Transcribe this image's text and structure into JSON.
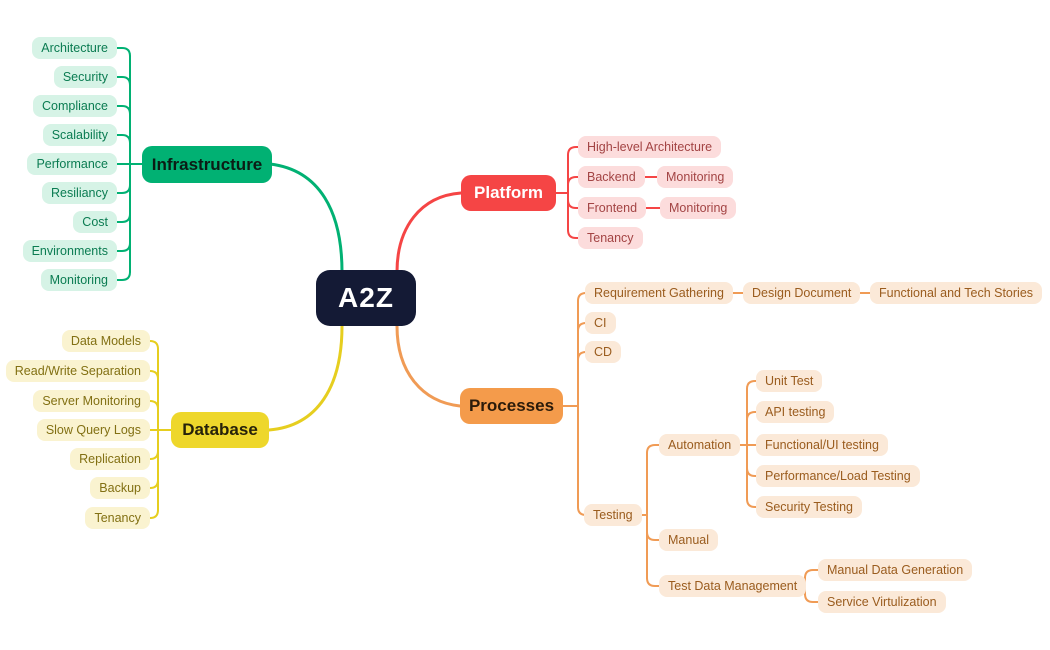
{
  "root": {
    "label": "A2Z",
    "bg": "#141a35",
    "text_color": "#ffffff"
  },
  "branches": [
    {
      "label": "Infrastructure",
      "side": "left",
      "colors": {
        "line": "#01b173",
        "node_bg": "#01b173",
        "node_text": "#0b1c15",
        "child_bg": "#d6f3e6",
        "child_text": "#0b7c52"
      },
      "children": [
        {
          "label": "Architecture"
        },
        {
          "label": "Security"
        },
        {
          "label": "Compliance"
        },
        {
          "label": "Scalability"
        },
        {
          "label": "Performance"
        },
        {
          "label": "Resiliancy"
        },
        {
          "label": "Cost"
        },
        {
          "label": "Environments"
        },
        {
          "label": "Monitoring"
        }
      ]
    },
    {
      "label": "Platform",
      "side": "right",
      "colors": {
        "line": "#f54545",
        "node_bg": "#f54545",
        "node_text": "#ffffff",
        "child_bg": "#fcdcdc",
        "child_text": "#a34444"
      },
      "children": [
        {
          "label": "High-level Architecture"
        },
        {
          "label": "Backend",
          "children": [
            {
              "label": "Monitoring"
            }
          ]
        },
        {
          "label": "Frontend",
          "children": [
            {
              "label": "Monitoring"
            }
          ]
        },
        {
          "label": "Tenancy"
        }
      ]
    },
    {
      "label": "Database",
      "side": "left",
      "colors": {
        "line": "#e6ce1f",
        "node_bg": "#eed72b",
        "node_text": "#26220a",
        "child_bg": "#faf3d0",
        "child_text": "#827013"
      },
      "children": [
        {
          "label": "Data Models"
        },
        {
          "label": "Read/Write Separation"
        },
        {
          "label": "Server Monitoring"
        },
        {
          "label": "Slow Query Logs"
        },
        {
          "label": "Replication"
        },
        {
          "label": "Backup"
        },
        {
          "label": "Tenancy"
        }
      ]
    },
    {
      "label": "Processes",
      "side": "right",
      "colors": {
        "line": "#f09b55",
        "node_bg": "#f49b4b",
        "node_text": "#2b1b0a",
        "child_bg": "#fbe9d8",
        "child_text": "#9a5c1e"
      },
      "children": [
        {
          "label": "Requirement Gathering",
          "children": [
            {
              "label": "Design Document",
              "children": [
                {
                  "label": "Functional and Tech Stories"
                }
              ]
            }
          ]
        },
        {
          "label": "CI"
        },
        {
          "label": "CD"
        },
        {
          "label": "Testing",
          "children": [
            {
              "label": "Automation",
              "children": [
                {
                  "label": "Unit Test"
                },
                {
                  "label": "API testing"
                },
                {
                  "label": "Functional/UI testing"
                },
                {
                  "label": "Performance/Load Testing"
                },
                {
                  "label": "Security Testing"
                }
              ]
            },
            {
              "label": "Manual"
            },
            {
              "label": "Test Data Management",
              "children": [
                {
                  "label": "Manual Data Generation"
                },
                {
                  "label": "Service Virtulization"
                }
              ]
            }
          ]
        }
      ]
    }
  ]
}
